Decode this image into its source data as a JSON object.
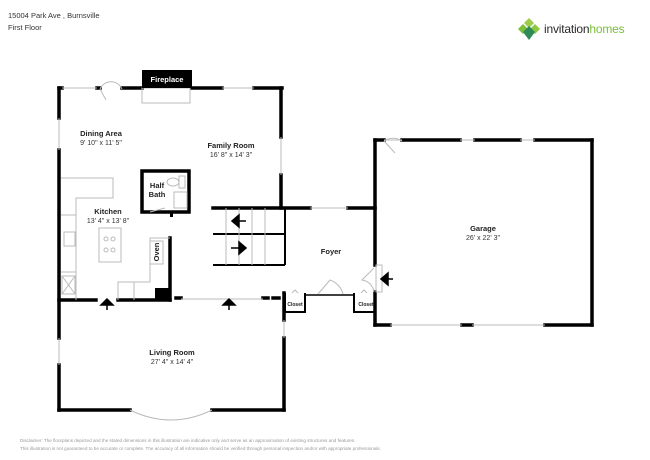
{
  "header": {
    "address": "15004 Park Ave , Burnsville",
    "floor": "First Floor"
  },
  "logo": {
    "part1": "invitation",
    "part2": "homes",
    "colors": {
      "green": "#7bbf3a",
      "dark_green": "#2e8b57"
    }
  },
  "rooms": {
    "fireplace": "Fireplace",
    "dining": {
      "name": "Dining Area",
      "dim": "9' 10\" x 11' 5\""
    },
    "family": {
      "name": "Family Room",
      "dim": "16' 8\" x 14' 3\""
    },
    "half_bath_1": "Half",
    "half_bath_2": "Bath",
    "kitchen": {
      "name": "Kitchen",
      "dim": "13' 4\" x 13' 8\""
    },
    "oven": "Oven",
    "foyer": "Foyer",
    "garage": {
      "name": "Garage",
      "dim": "26' x 22' 3\""
    },
    "closet1": "Closet",
    "closet2": "Closet",
    "living": {
      "name": "Living Room",
      "dim": "27' 4\" x 14' 4\""
    }
  },
  "disclaimer": {
    "line1": "Disclaimer: The floorplans depicted and the stated dimensions in this illustration are indicative only and serve as an approximation of existing structures and features.",
    "line2": "This illustration is not guaranteed to be accurate or complete. The accuracy of all information should be verified through personal inspection and/or with appropriate professionals."
  }
}
